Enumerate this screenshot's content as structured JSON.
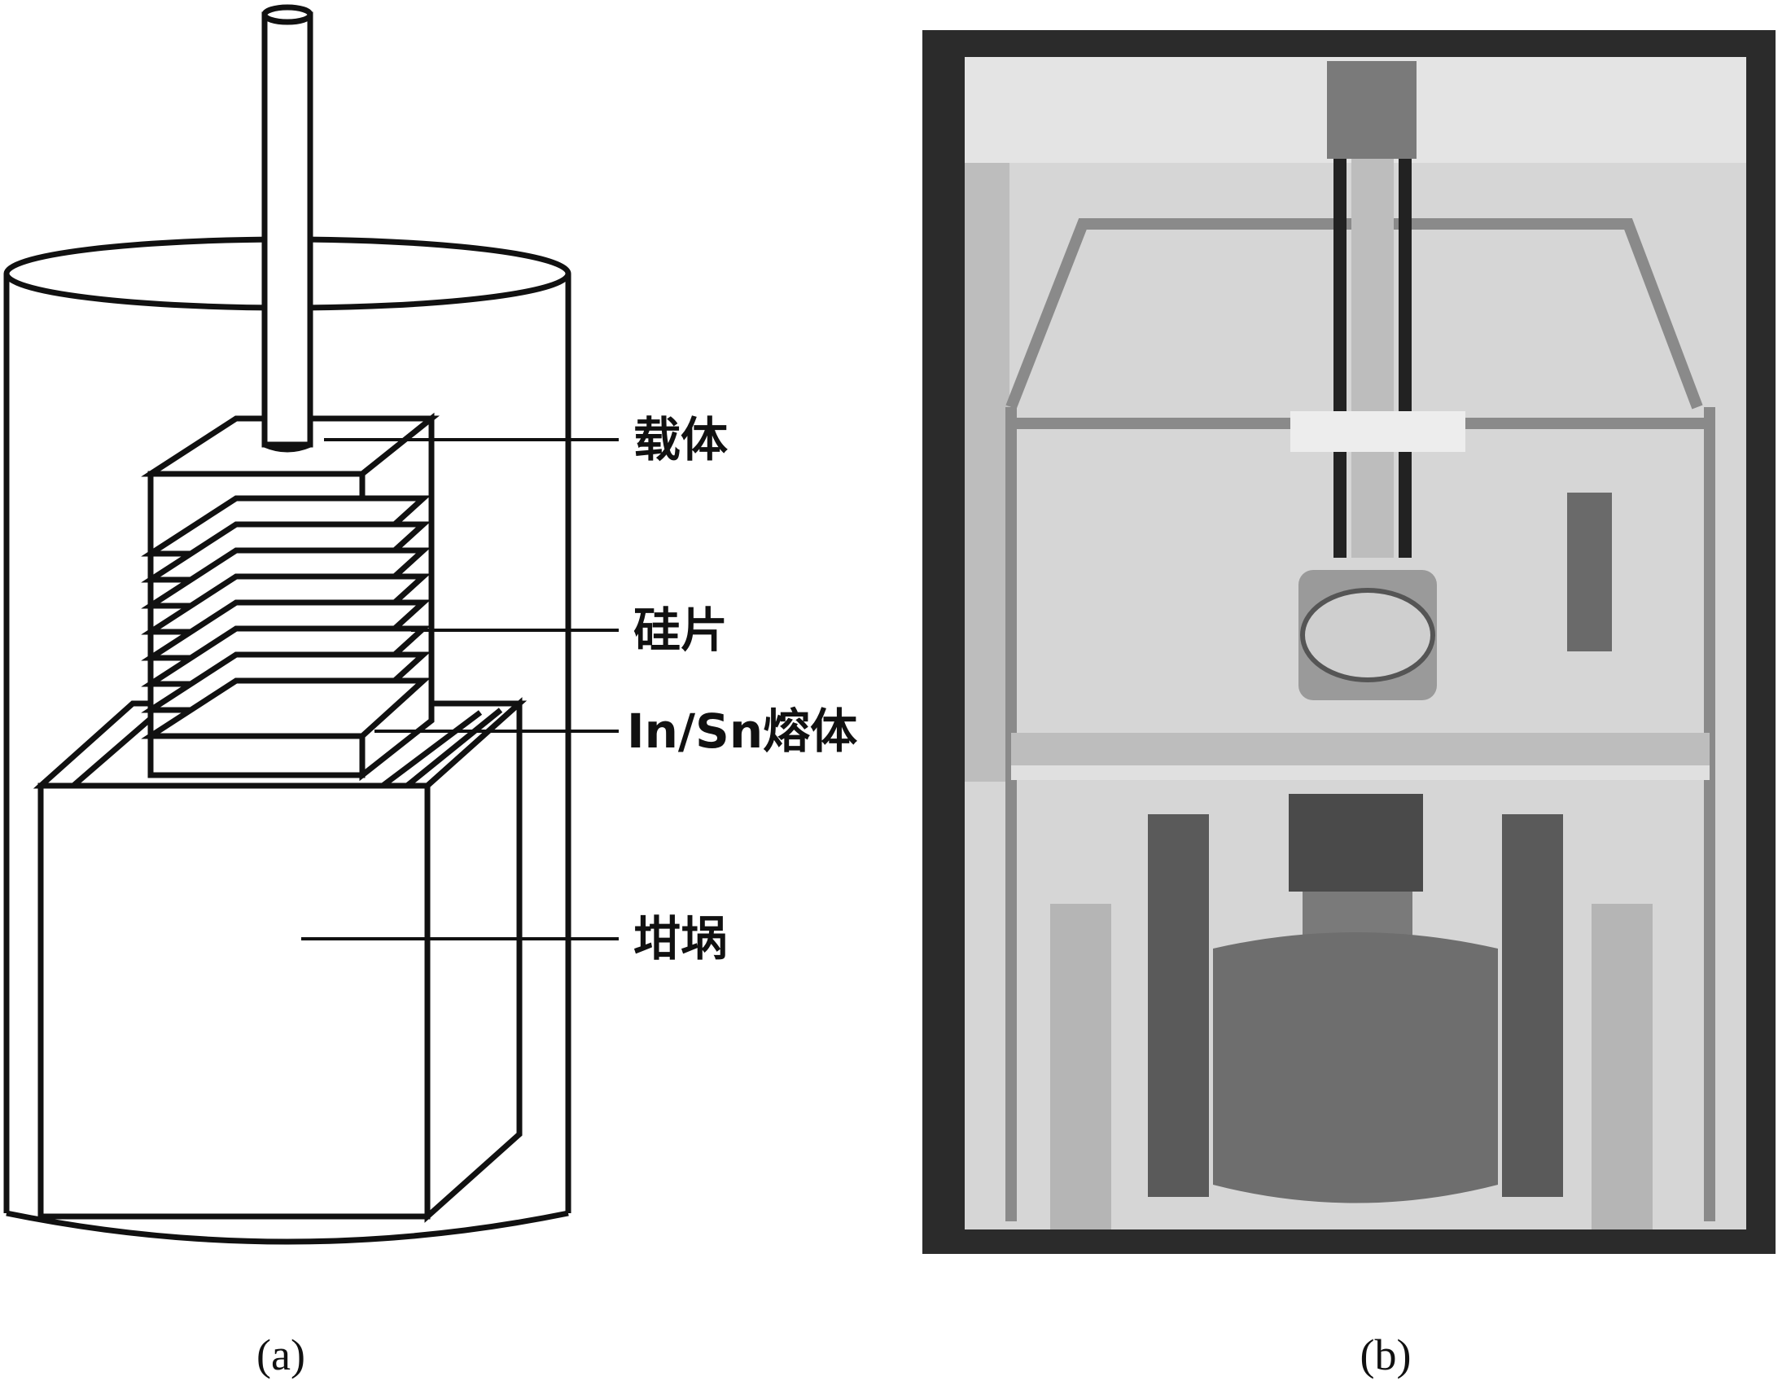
{
  "diagram": {
    "labels": {
      "carrier": "载体",
      "wafer": "硅片",
      "melt": "In/Sn熔体",
      "crucible": "坩埚"
    }
  },
  "captions": {
    "a": "(a)",
    "b": "(b)"
  },
  "colors": {
    "stroke": "#111111",
    "photo_frame": "#2b2b2b"
  },
  "photo": {
    "description_icon": "equipment-photo"
  }
}
